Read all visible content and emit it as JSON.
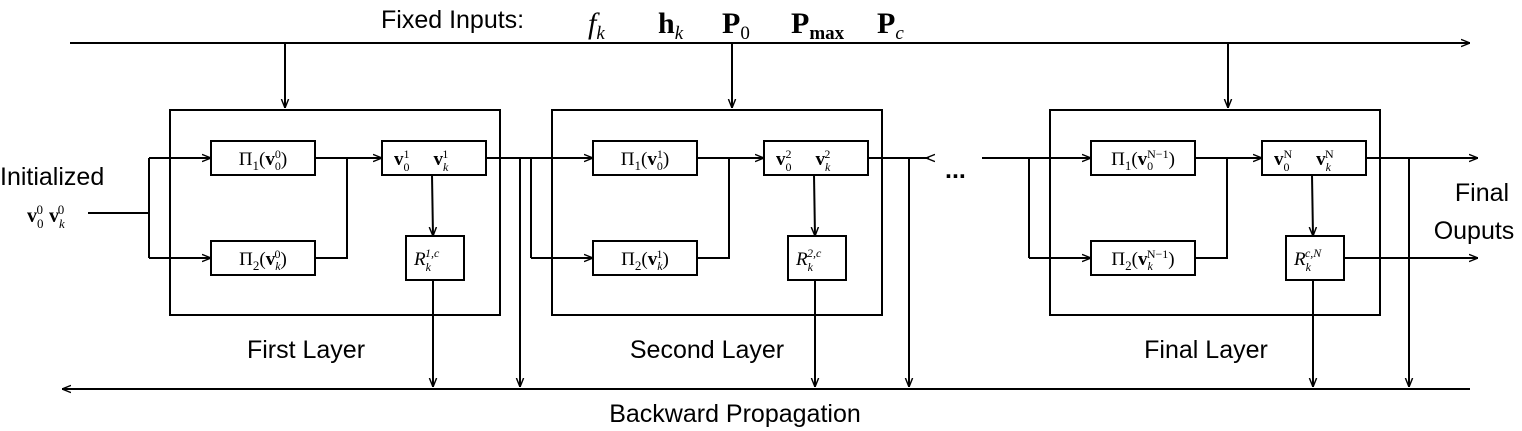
{
  "labels": {
    "fixed_inputs": "Fixed Inputs:",
    "initialized": "Initialized",
    "final_outputs_1": "Final",
    "final_outputs_2": "Ouputs",
    "backward": "Backward Propagation",
    "ellipsis": "..."
  },
  "fixed_inputs": [
    {
      "sym": "f",
      "sub": "k",
      "bold": false,
      "italic": true
    },
    {
      "sym": "h",
      "sub": "k",
      "bold": true,
      "italic": false
    },
    {
      "sym": "P",
      "sub": "0",
      "bold": true,
      "italic": false
    },
    {
      "sym": "P",
      "sub": "max",
      "bold": true,
      "italic": false
    },
    {
      "sym": "P",
      "sub": "c",
      "bold": true,
      "italic": false
    }
  ],
  "init_vars": {
    "v0_sup": "0",
    "vk_sup": "0"
  },
  "layers": [
    {
      "title": "First Layer",
      "in_sup": "0",
      "out_sup": "1",
      "r_sup": "1,c"
    },
    {
      "title": "Second Layer",
      "in_sup": "1",
      "out_sup": "2",
      "r_sup": "2,c"
    },
    {
      "title": "Final Layer",
      "in_sup": "N−1",
      "out_sup": "N",
      "r_sup": "c,N"
    }
  ]
}
